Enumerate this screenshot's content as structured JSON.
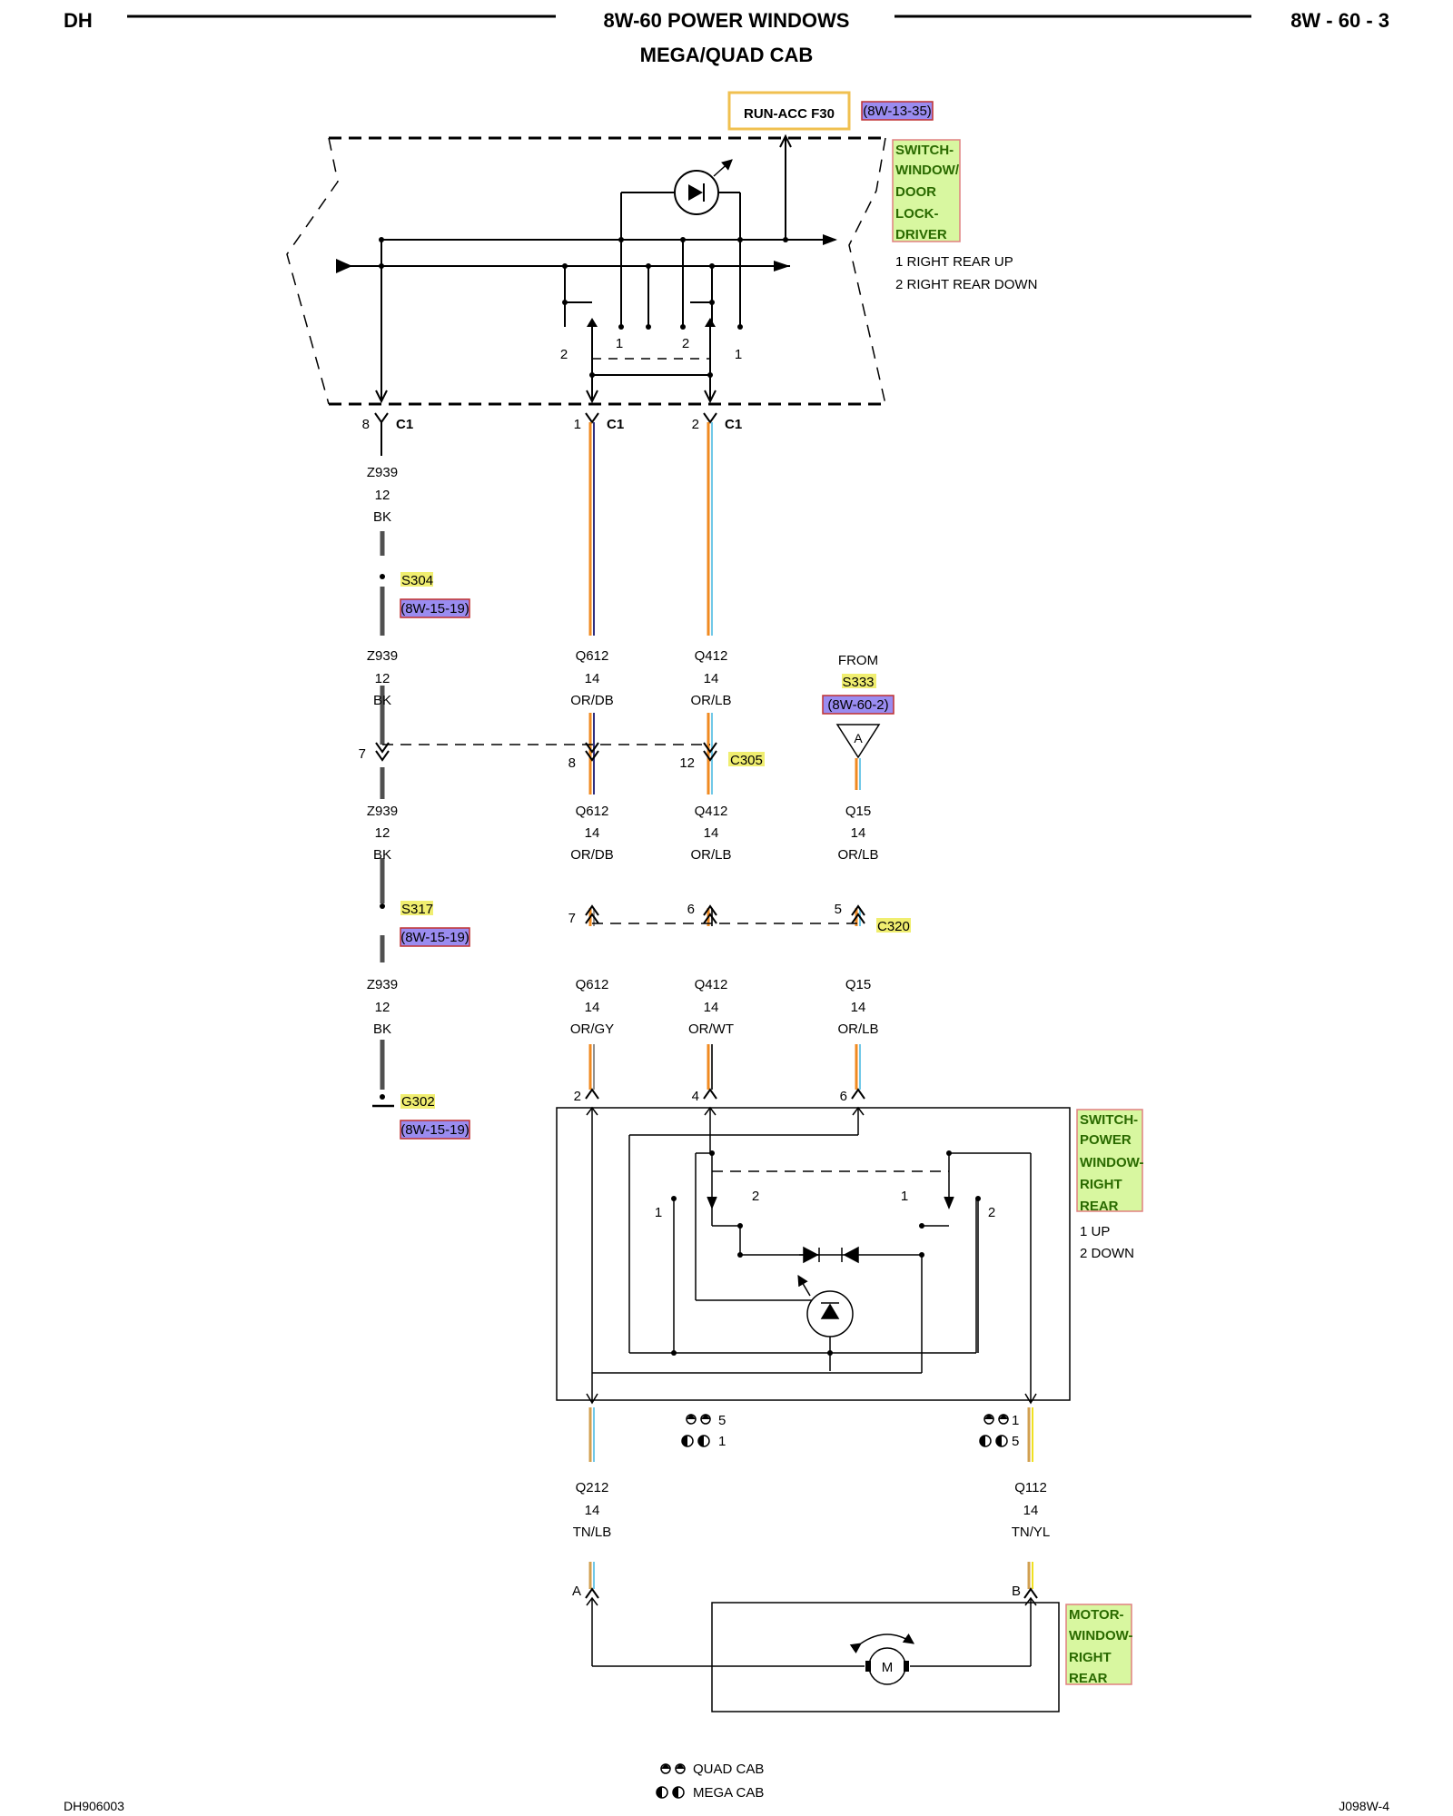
{
  "header": {
    "left": "DH",
    "title": "8W-60 POWER WINDOWS",
    "subtitle": "MEGA/QUAD CAB",
    "right": "8W - 60 - 3"
  },
  "footer": {
    "left_code": "DH906003",
    "right_code": "J098W-4",
    "legend_quad": "QUAD CAB",
    "legend_mega": "MEGA CAB"
  },
  "fuse": {
    "label": "RUN-ACC F30",
    "ref": "(8W-13-35)"
  },
  "driver_switch": {
    "name_lines": [
      "SWITCH-",
      "WINDOW/",
      "DOOR",
      "LOCK-",
      "DRIVER"
    ],
    "notes": [
      "1 RIGHT REAR UP",
      "2 RIGHT REAR DOWN"
    ],
    "pos_2a": "2",
    "pos_1a": "1",
    "pos_2b": "2",
    "pos_1b": "1"
  },
  "c1": {
    "pin_a": "8",
    "pin_b": "1",
    "pin_c": "2",
    "name": "C1"
  },
  "wires": {
    "z939": {
      "circuit": "Z939",
      "gauge": "12",
      "color": "BK"
    },
    "q612": {
      "circuit": "Q612",
      "gauge": "14",
      "color_top": "OR/DB",
      "color_bottom": "OR/GY"
    },
    "q412": {
      "circuit": "Q412",
      "gauge": "14",
      "color_top": "OR/LB",
      "color_bottom": "OR/WT"
    },
    "q15": {
      "circuit": "Q15",
      "gauge": "14",
      "color": "OR/LB"
    },
    "q212": {
      "circuit": "Q212",
      "gauge": "14",
      "color": "TN/LB"
    },
    "q112": {
      "circuit": "Q112",
      "gauge": "14",
      "color": "TN/YL"
    }
  },
  "splices": {
    "s304": {
      "name": "S304",
      "ref": "(8W-15-19)"
    },
    "s317": {
      "name": "S317",
      "ref": "(8W-15-19)"
    },
    "g302": {
      "name": "G302",
      "ref": "(8W-15-19)"
    }
  },
  "from_s333": {
    "from": "FROM",
    "name": "S333",
    "ref": "(8W-60-2)",
    "tag": "A"
  },
  "c305": {
    "name": "C305",
    "pin_a": "7",
    "pin_b": "8",
    "pin_c": "12"
  },
  "c320": {
    "name": "C320",
    "pin_a": "7",
    "pin_b": "6",
    "pin_c": "5"
  },
  "rr_switch_pins": {
    "pin_a": "2",
    "pin_b": "4",
    "pin_c": "6"
  },
  "rr_switch": {
    "name_lines": [
      "SWITCH-",
      "POWER",
      "WINDOW-",
      "RIGHT",
      "REAR"
    ],
    "notes": [
      "1 UP",
      "2 DOWN"
    ],
    "pos_1a": "1",
    "pos_2a": "2",
    "pos_1b": "1",
    "pos_2b": "2"
  },
  "out_pins": {
    "left_quad": "5",
    "left_mega": "1",
    "right_quad": "1",
    "right_mega": "5"
  },
  "motor": {
    "name_lines": [
      "MOTOR-",
      "WINDOW-",
      "RIGHT",
      "REAR"
    ],
    "pin_a": "A",
    "pin_b": "B",
    "symbol": "M"
  },
  "colors": {
    "tag_fill": "#d8f7a0",
    "tag_stroke": "#e08080",
    "ref_fill": "#9a8cf0",
    "ref_stroke": "#c03030",
    "splice_fill": "#f0ee70",
    "fuse_stroke": "#f0c050",
    "orange": "#f08a20",
    "dark_blue": "#303080",
    "light_blue": "#70c8e8",
    "gray": "#909090",
    "white": "#f0f0f0",
    "tan": "#d2a050",
    "yellow": "#f0e020",
    "black": "#303030"
  }
}
